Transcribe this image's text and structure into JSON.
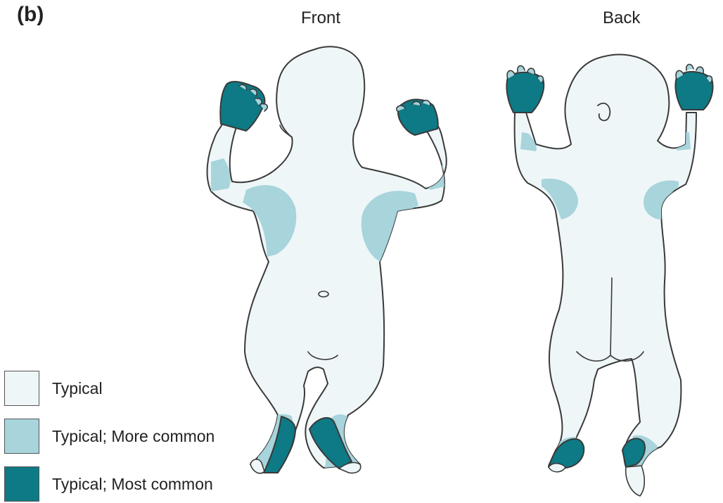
{
  "panel_label": "(b)",
  "views": {
    "front": "Front",
    "back": "Back"
  },
  "colors": {
    "typical": "#eef6f8",
    "more_common": "#a8d4dc",
    "most_common": "#0d7a85",
    "outline": "#3a3a3a"
  },
  "legend": [
    {
      "label": "Typical",
      "category": "typical"
    },
    {
      "label": "Typical; More common",
      "category": "more_common"
    },
    {
      "label": "Typical; Most common",
      "category": "most_common"
    }
  ]
}
